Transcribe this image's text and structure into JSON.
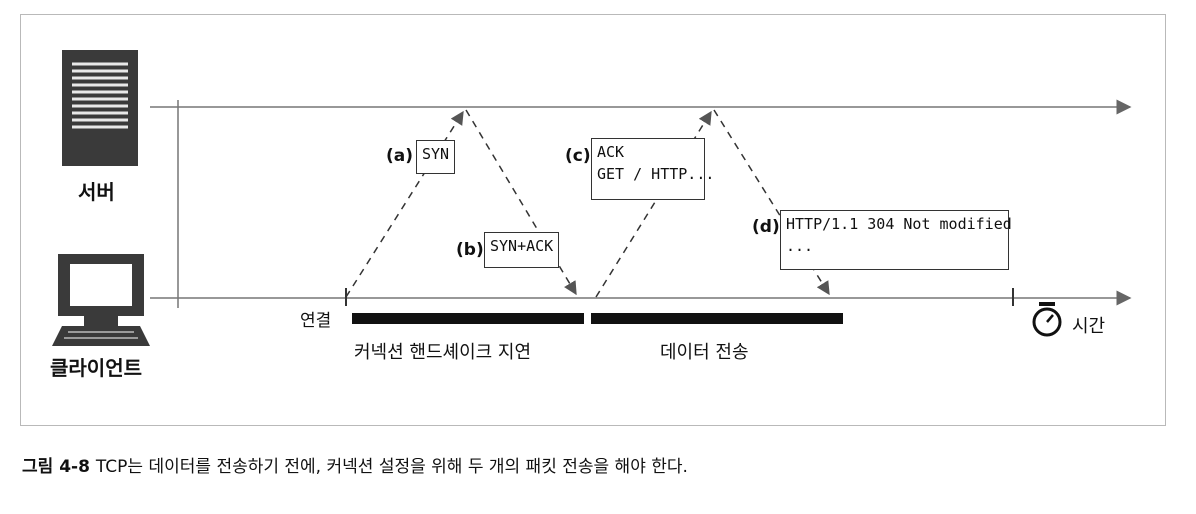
{
  "nodes": {
    "server": "서버",
    "client": "클라이언트"
  },
  "labels": {
    "connect": "연결",
    "time": "시간",
    "handshake_delay": "커넥션 핸드셰이크 지연",
    "data_transfer": "데이터 전송"
  },
  "messages": [
    {
      "tag": "(a)",
      "text": "SYN"
    },
    {
      "tag": "(b)",
      "text": "SYN+ACK"
    },
    {
      "tag": "(c)",
      "text": "ACK\nGET / HTTP..."
    },
    {
      "tag": "(d)",
      "text": "HTTP/1.1 304 Not modified\n..."
    }
  ],
  "caption": {
    "title": "그림 4-8",
    "text": "TCP는 데이터를 전송하기 전에, 커넥션 설정을 위해 두 개의 패킷 전송을 해야 한다."
  }
}
